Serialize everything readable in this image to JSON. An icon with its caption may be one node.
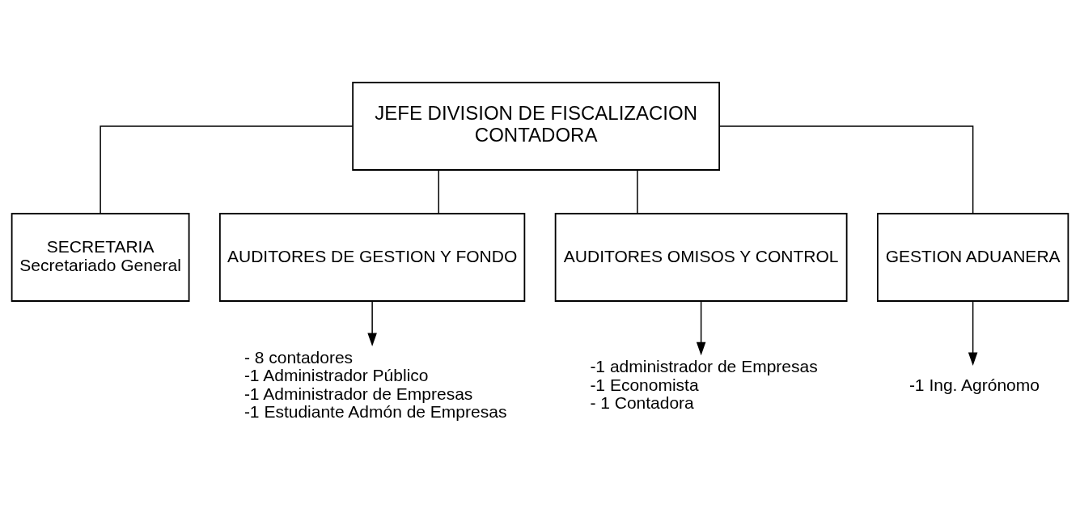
{
  "diagram": {
    "nodes": [
      {
        "text": [
          "JEFE DIVISION DE FISCALIZACION",
          "CONTADORA"
        ]
      },
      {
        "text": [
          "SECRETARIA",
          "Secretariado General"
        ]
      },
      {
        "text": [
          "AUDITORES DE GESTION Y FONDO"
        ]
      },
      {
        "text": [
          "AUDITORES OMISOS Y CONTROL"
        ]
      },
      {
        "text": [
          "GESTION ADUANERA"
        ]
      },
      {
        "text": [
          "- 8 contadores",
          "-1 Administrador Público",
          "-1 Administrador de Empresas",
          "-1 Estudiante Admón de Empresas"
        ]
      },
      {
        "text": [
          "-1 administrador de Empresas",
          "-1 Economista",
          "- 1 Contadora"
        ]
      },
      {
        "text": [
          "-1 Ing. Agrónomo"
        ]
      }
    ],
    "edges": [
      {
        "from": 0,
        "to": 1,
        "arrow": "none"
      },
      {
        "from": 0,
        "to": 2,
        "arrow": "none"
      },
      {
        "from": 0,
        "to": 3,
        "arrow": "none"
      },
      {
        "from": 0,
        "to": 4,
        "arrow": "none"
      },
      {
        "from": 2,
        "to": 5,
        "arrow": "to"
      },
      {
        "from": 3,
        "to": 6,
        "arrow": "to"
      },
      {
        "from": 4,
        "to": 7,
        "arrow": "to"
      }
    ]
  }
}
